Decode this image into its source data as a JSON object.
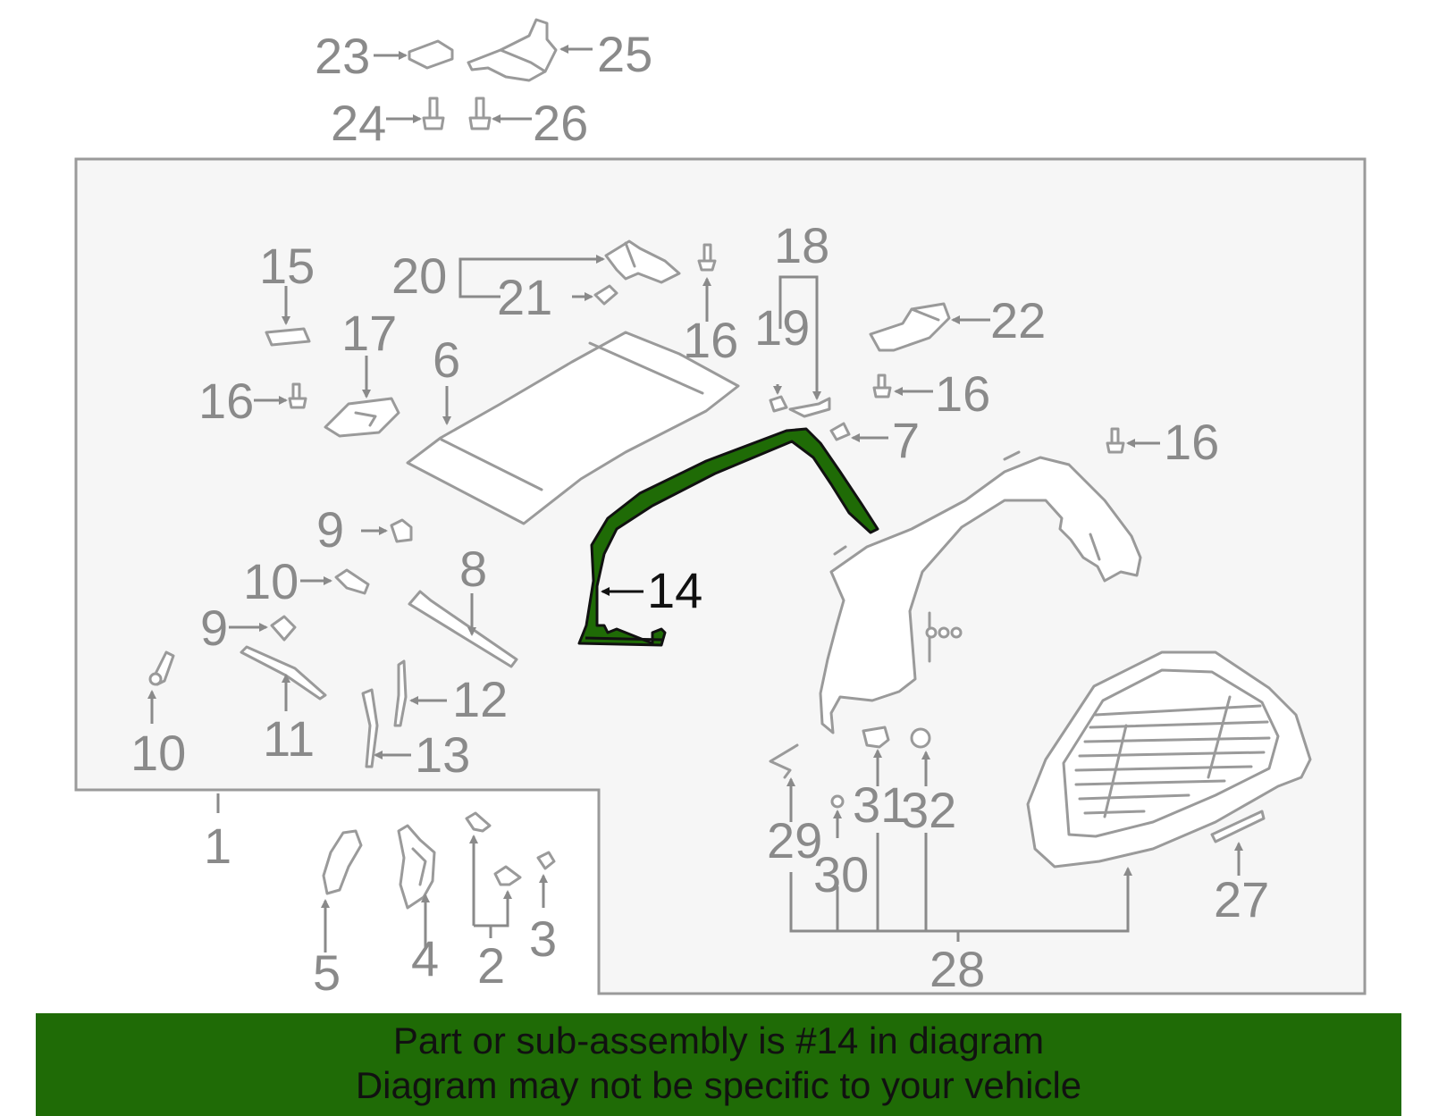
{
  "callouts": {
    "c1": "1",
    "c2": "2",
    "c3": "3",
    "c4": "4",
    "c5": "5",
    "c6": "6",
    "c7": "7",
    "c8": "8",
    "c9a": "9",
    "c9b": "9",
    "c10a": "10",
    "c10b": "10",
    "c11": "11",
    "c12": "12",
    "c13": "13",
    "c14": "14",
    "c15": "15",
    "c16a": "16",
    "c16b": "16",
    "c16c": "16",
    "c16d": "16",
    "c17": "17",
    "c18": "18",
    "c19": "19",
    "c20": "20",
    "c21": "21",
    "c22": "22",
    "c23": "23",
    "c24": "24",
    "c25": "25",
    "c26": "26",
    "c27": "27",
    "c28": "28",
    "c29": "29",
    "c30": "30",
    "c31": "31",
    "c32": "32"
  },
  "highlight": {
    "part_number": "14",
    "color": "#1f6b06"
  },
  "colors": {
    "banner": "#1f6b06",
    "linework": "#9a9a9a",
    "panel": "#f5f5f5"
  },
  "banner": {
    "line1": "Part or sub-assembly is #14 in diagram",
    "line2": "Diagram may not be specific to your vehicle"
  }
}
